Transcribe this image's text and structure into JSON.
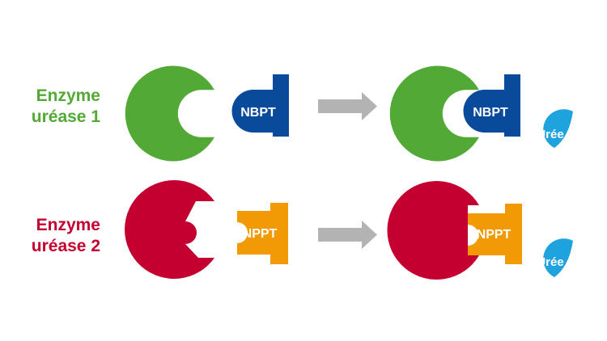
{
  "rows": [
    {
      "label_line1": "Enzyme",
      "label_line2": "uréase 1",
      "enzyme_color": "#52a935",
      "inhibitor_label": "NBPT",
      "inhibitor_color": "#0a4a9a",
      "product_label": "Urée"
    },
    {
      "label_line1": "Enzyme",
      "label_line2": "uréase 2",
      "enzyme_color": "#c3002f",
      "inhibitor_label": "NPPT",
      "inhibitor_color": "#f19a05",
      "product_label": "Urée"
    }
  ],
  "arrow_color": "#b3b3b3",
  "uree_color": "#1ea3de"
}
